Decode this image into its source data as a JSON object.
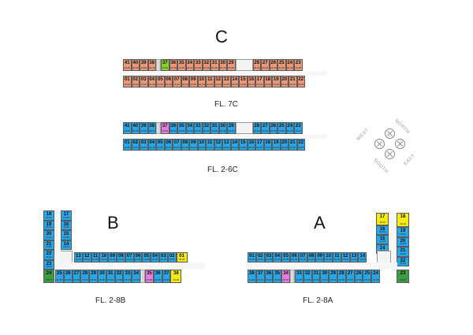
{
  "buildings": {
    "c": {
      "letter": "C"
    },
    "b": {
      "letter": "B"
    },
    "a": {
      "letter": "A"
    }
  },
  "captions": {
    "fl7c": "FL. 7C",
    "fl26c": "FL. 2-6C",
    "fl28b": "FL. 2-8B",
    "fl28a": "FL. 2-8A"
  },
  "compass": {
    "north": "NORTH",
    "east": "EAST",
    "south": "SOUTH",
    "west": "WEST"
  },
  "status_colors": {
    "salmon": "#e8997a",
    "blue": "#2aa6e6",
    "lime": "#8ccf2c",
    "pink": "#e27fdd",
    "yellow": "#f5ea14",
    "green": "#3f9a45"
  },
  "plans": {
    "c7": {
      "top": [
        {
          "n": "41",
          "a": "24.00",
          "s": "salmon"
        },
        {
          "n": "40",
          "a": "24.00",
          "s": "salmon"
        },
        {
          "n": "39",
          "a": "24.00",
          "s": "salmon"
        },
        {
          "n": "38",
          "a": "24.00",
          "s": "salmon"
        },
        {
          "n": "37",
          "a": "24.00",
          "s": "lime"
        },
        {
          "n": "36",
          "a": "24.00",
          "s": "salmon"
        },
        {
          "n": "35",
          "a": "24.00",
          "s": "salmon"
        },
        {
          "n": "34",
          "a": "24.00",
          "s": "salmon"
        },
        {
          "n": "33",
          "a": "24.00",
          "s": "salmon"
        },
        {
          "n": "32",
          "a": "24.00",
          "s": "salmon"
        },
        {
          "n": "31",
          "a": "24.00",
          "s": "salmon"
        },
        {
          "n": "30",
          "a": "24.00",
          "s": "salmon"
        },
        {
          "n": "29",
          "a": "24.00",
          "s": "salmon"
        },
        {
          "n": "28",
          "a": "24.00",
          "s": "salmon"
        },
        {
          "n": "27",
          "a": "24.00",
          "s": "salmon"
        },
        {
          "n": "26",
          "a": "24.00",
          "s": "salmon"
        },
        {
          "n": "25",
          "a": "24.00",
          "s": "salmon"
        },
        {
          "n": "24",
          "a": "24.00",
          "s": "salmon"
        },
        {
          "n": "23",
          "a": "24.00",
          "s": "salmon"
        }
      ],
      "bottom": [
        {
          "n": "01",
          "a": "24.00",
          "s": "salmon"
        },
        {
          "n": "02",
          "a": "24.00",
          "s": "salmon"
        },
        {
          "n": "03",
          "a": "24.00",
          "s": "salmon"
        },
        {
          "n": "04",
          "a": "24.00",
          "s": "salmon"
        },
        {
          "n": "05",
          "a": "24.00",
          "s": "salmon"
        },
        {
          "n": "06",
          "a": "24.00",
          "s": "salmon"
        },
        {
          "n": "07",
          "a": "24.00",
          "s": "salmon"
        },
        {
          "n": "08",
          "a": "24.00",
          "s": "salmon"
        },
        {
          "n": "09",
          "a": "24.00",
          "s": "salmon"
        },
        {
          "n": "10",
          "a": "24.00",
          "s": "salmon"
        },
        {
          "n": "11",
          "a": "24.00",
          "s": "salmon"
        },
        {
          "n": "12",
          "a": "24.00",
          "s": "salmon"
        },
        {
          "n": "13",
          "a": "24.00",
          "s": "salmon"
        },
        {
          "n": "14",
          "a": "24.00",
          "s": "salmon"
        },
        {
          "n": "15",
          "a": "24.00",
          "s": "salmon"
        },
        {
          "n": "16",
          "a": "24.00",
          "s": "salmon"
        },
        {
          "n": "17",
          "a": "24.00",
          "s": "salmon"
        },
        {
          "n": "18",
          "a": "24.00",
          "s": "salmon"
        },
        {
          "n": "19",
          "a": "24.00",
          "s": "salmon"
        },
        {
          "n": "20",
          "a": "24.00",
          "s": "salmon"
        },
        {
          "n": "21",
          "a": "24.00",
          "s": "salmon"
        },
        {
          "n": "22",
          "a": "24.00",
          "s": "salmon"
        }
      ]
    },
    "c26": {
      "top": [
        {
          "n": "41",
          "a": "24.00",
          "s": "blue"
        },
        {
          "n": "40",
          "a": "24.00",
          "s": "blue"
        },
        {
          "n": "39",
          "a": "24.00",
          "s": "blue"
        },
        {
          "n": "38",
          "a": "24.00",
          "s": "blue"
        },
        {
          "n": "37",
          "a": "36.00",
          "s": "pink"
        },
        {
          "n": "36",
          "a": "24.00",
          "s": "blue"
        },
        {
          "n": "35",
          "a": "24.00",
          "s": "blue"
        },
        {
          "n": "34",
          "a": "24.00",
          "s": "blue"
        },
        {
          "n": "33",
          "a": "24.00",
          "s": "blue"
        },
        {
          "n": "32",
          "a": "24.00",
          "s": "blue"
        },
        {
          "n": "31",
          "a": "24.00",
          "s": "blue"
        },
        {
          "n": "30",
          "a": "24.00",
          "s": "blue"
        },
        {
          "n": "29",
          "a": "24.00",
          "s": "blue"
        },
        {
          "n": "28",
          "a": "24.00",
          "s": "blue"
        },
        {
          "n": "27",
          "a": "24.00",
          "s": "blue"
        },
        {
          "n": "26",
          "a": "24.00",
          "s": "blue"
        },
        {
          "n": "25",
          "a": "24.00",
          "s": "blue"
        },
        {
          "n": "24",
          "a": "24.00",
          "s": "blue"
        },
        {
          "n": "23",
          "a": "24.00",
          "s": "blue"
        }
      ],
      "bottom": [
        {
          "n": "01",
          "a": "24.00",
          "s": "blue"
        },
        {
          "n": "02",
          "a": "24.00",
          "s": "blue"
        },
        {
          "n": "03",
          "a": "24.00",
          "s": "blue"
        },
        {
          "n": "04",
          "a": "24.00",
          "s": "blue"
        },
        {
          "n": "05",
          "a": "24.00",
          "s": "blue"
        },
        {
          "n": "06",
          "a": "24.00",
          "s": "blue"
        },
        {
          "n": "07",
          "a": "24.00",
          "s": "blue"
        },
        {
          "n": "08",
          "a": "24.00",
          "s": "blue"
        },
        {
          "n": "09",
          "a": "24.00",
          "s": "blue"
        },
        {
          "n": "10",
          "a": "24.00",
          "s": "blue"
        },
        {
          "n": "11",
          "a": "24.00",
          "s": "blue"
        },
        {
          "n": "12",
          "a": "24.00",
          "s": "blue"
        },
        {
          "n": "13",
          "a": "24.00",
          "s": "blue"
        },
        {
          "n": "14",
          "a": "24.00",
          "s": "blue"
        },
        {
          "n": "15",
          "a": "24.00",
          "s": "blue"
        },
        {
          "n": "16",
          "a": "24.00",
          "s": "blue"
        },
        {
          "n": "17",
          "a": "24.00",
          "s": "blue"
        },
        {
          "n": "18",
          "a": "24.00",
          "s": "blue"
        },
        {
          "n": "19",
          "a": "24.00",
          "s": "blue"
        },
        {
          "n": "20",
          "a": "24.00",
          "s": "blue"
        },
        {
          "n": "21",
          "a": "24.00",
          "s": "blue"
        },
        {
          "n": "22",
          "a": "24.00",
          "s": "blue"
        }
      ]
    },
    "b": {
      "wing_outer": [
        {
          "n": "18",
          "a": "24.00",
          "s": "blue"
        },
        {
          "n": "19",
          "a": "24.00",
          "s": "blue"
        },
        {
          "n": "20",
          "a": "24.00",
          "s": "blue"
        },
        {
          "n": "21",
          "a": "24.00",
          "s": "blue"
        },
        {
          "n": "22",
          "a": "24.00",
          "s": "blue"
        },
        {
          "n": "23",
          "a": "24.00",
          "s": "blue"
        }
      ],
      "wing_inner": [
        {
          "n": "17",
          "a": "24.00",
          "s": "blue"
        },
        {
          "n": "16",
          "a": "24.00",
          "s": "blue"
        },
        {
          "n": "15",
          "a": "24.00",
          "s": "blue"
        },
        {
          "n": "14",
          "a": "24.00",
          "s": "blue"
        }
      ],
      "top": [
        {
          "n": "13",
          "a": "24.00",
          "s": "blue"
        },
        {
          "n": "12",
          "a": "24.00",
          "s": "blue"
        },
        {
          "n": "11",
          "a": "24.00",
          "s": "blue"
        },
        {
          "n": "10",
          "a": "24.00",
          "s": "blue"
        },
        {
          "n": "09",
          "a": "24.00",
          "s": "blue"
        },
        {
          "n": "08",
          "a": "24.00",
          "s": "blue"
        },
        {
          "n": "07",
          "a": "24.00",
          "s": "blue"
        },
        {
          "n": "06",
          "a": "24.00",
          "s": "blue"
        },
        {
          "n": "05",
          "a": "24.00",
          "s": "blue"
        },
        {
          "n": "04",
          "a": "24.00",
          "s": "blue"
        },
        {
          "n": "03",
          "a": "24.00",
          "s": "blue"
        },
        {
          "n": "02",
          "a": "24.00",
          "s": "blue"
        },
        {
          "n": "01",
          "a": "30.00",
          "s": "yellow"
        }
      ],
      "corner": {
        "n": "24",
        "a": "36.00",
        "s": "green"
      },
      "bottom": [
        {
          "n": "25",
          "a": "24.00",
          "s": "blue"
        },
        {
          "n": "26",
          "a": "24.00",
          "s": "blue"
        },
        {
          "n": "27",
          "a": "24.00",
          "s": "blue"
        },
        {
          "n": "28",
          "a": "24.00",
          "s": "blue"
        },
        {
          "n": "29",
          "a": "24.00",
          "s": "blue"
        },
        {
          "n": "30",
          "a": "24.00",
          "s": "blue"
        },
        {
          "n": "31",
          "a": "24.00",
          "s": "blue"
        },
        {
          "n": "32",
          "a": "24.00",
          "s": "blue"
        },
        {
          "n": "33",
          "a": "24.00",
          "s": "blue"
        },
        {
          "n": "34",
          "a": "24.00",
          "s": "blue"
        },
        {
          "n": "35",
          "a": "36.00",
          "s": "pink"
        },
        {
          "n": "36",
          "a": "24.00",
          "s": "blue"
        },
        {
          "n": "37",
          "a": "24.00",
          "s": "blue"
        },
        {
          "n": "38",
          "a": "30.00",
          "s": "yellow"
        }
      ]
    },
    "a": {
      "wing_inner": [
        {
          "n": "17",
          "a": "30.00",
          "s": "yellow"
        },
        {
          "n": "16",
          "a": "24.00",
          "s": "blue"
        },
        {
          "n": "15",
          "a": "24.00",
          "s": "blue"
        },
        {
          "n": "14",
          "a": "24.00",
          "s": "blue"
        }
      ],
      "wing_outer": [
        {
          "n": "18",
          "a": "42.00",
          "s": "yellow"
        },
        {
          "n": "19",
          "a": "24.00",
          "s": "blue"
        },
        {
          "n": "20",
          "a": "24.00",
          "s": "blue"
        },
        {
          "n": "21",
          "a": "24.00",
          "s": "blue"
        },
        {
          "n": "22",
          "a": "24.00",
          "s": "blue"
        }
      ],
      "top": [
        {
          "n": "01",
          "a": "24.00",
          "s": "blue"
        },
        {
          "n": "02",
          "a": "24.00",
          "s": "blue"
        },
        {
          "n": "03",
          "a": "24.00",
          "s": "blue"
        },
        {
          "n": "04",
          "a": "24.00",
          "s": "blue"
        },
        {
          "n": "05",
          "a": "24.00",
          "s": "blue"
        },
        {
          "n": "06",
          "a": "24.00",
          "s": "blue"
        },
        {
          "n": "07",
          "a": "24.00",
          "s": "blue"
        },
        {
          "n": "08",
          "a": "24.00",
          "s": "blue"
        },
        {
          "n": "09",
          "a": "24.00",
          "s": "blue"
        },
        {
          "n": "10",
          "a": "24.00",
          "s": "blue"
        },
        {
          "n": "11",
          "a": "24.00",
          "s": "blue"
        },
        {
          "n": "12",
          "a": "24.00",
          "s": "blue"
        },
        {
          "n": "13",
          "a": "24.00",
          "s": "blue"
        },
        {
          "n": "14",
          "a": "24.00",
          "s": "blue"
        }
      ],
      "corner": {
        "n": "23",
        "a": "36.00",
        "s": "green"
      },
      "bottom": [
        {
          "n": "38",
          "a": "24.00",
          "s": "blue"
        },
        {
          "n": "37",
          "a": "24.00",
          "s": "blue"
        },
        {
          "n": "36",
          "a": "24.00",
          "s": "blue"
        },
        {
          "n": "35",
          "a": "24.00",
          "s": "blue"
        },
        {
          "n": "34",
          "a": "36.00",
          "s": "pink"
        },
        {
          "n": "33",
          "a": "24.00",
          "s": "blue"
        },
        {
          "n": "32",
          "a": "24.00",
          "s": "blue"
        },
        {
          "n": "31",
          "a": "24.00",
          "s": "blue"
        },
        {
          "n": "30",
          "a": "24.00",
          "s": "blue"
        },
        {
          "n": "29",
          "a": "24.00",
          "s": "blue"
        },
        {
          "n": "28",
          "a": "24.00",
          "s": "blue"
        },
        {
          "n": "27",
          "a": "24.00",
          "s": "blue"
        },
        {
          "n": "26",
          "a": "24.00",
          "s": "blue"
        },
        {
          "n": "25",
          "a": "24.00",
          "s": "blue"
        },
        {
          "n": "24",
          "a": "24.00",
          "s": "blue"
        }
      ]
    }
  }
}
